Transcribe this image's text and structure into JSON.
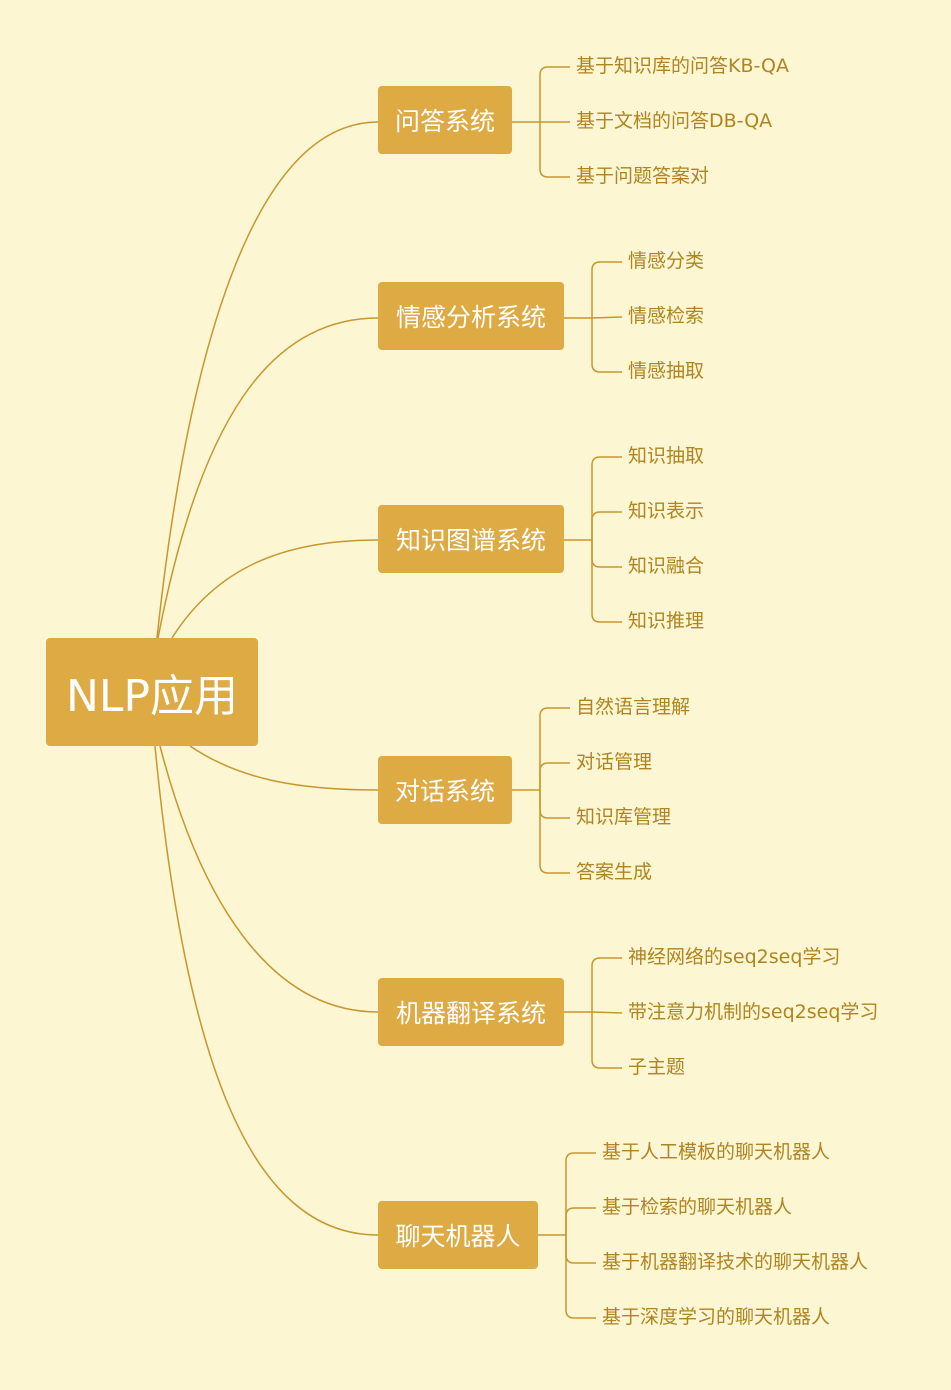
{
  "mindmap": {
    "root": {
      "label": "NLP应用"
    },
    "branches": [
      {
        "label": "问答系统",
        "leaves": [
          "基于知识库的问答KB-QA",
          "基于文档的问答DB-QA",
          "基于问题答案对"
        ]
      },
      {
        "label": "情感分析系统",
        "leaves": [
          "情感分类",
          "情感检索",
          "情感抽取"
        ]
      },
      {
        "label": "知识图谱系统",
        "leaves": [
          "知识抽取",
          "知识表示",
          "知识融合",
          "知识推理"
        ]
      },
      {
        "label": "对话系统",
        "leaves": [
          "自然语言理解",
          "对话管理",
          "知识库管理",
          "答案生成"
        ]
      },
      {
        "label": "机器翻译系统",
        "leaves": [
          "神经网络的seq2seq学习",
          "带注意力机制的seq2seq学习",
          "子主题"
        ]
      },
      {
        "label": "聊天机器人",
        "leaves": [
          "基于人工模板的聊天机器人",
          "基于检索的聊天机器人",
          "基于机器翻译技术的聊天机器人",
          "基于深度学习的聊天机器人"
        ]
      }
    ]
  },
  "colors": {
    "background": "#fcf6d2",
    "node_fill": "#ddaa44",
    "node_text": "#ffffff",
    "connector": "#c9962e",
    "leaf_text": "#b08420"
  }
}
